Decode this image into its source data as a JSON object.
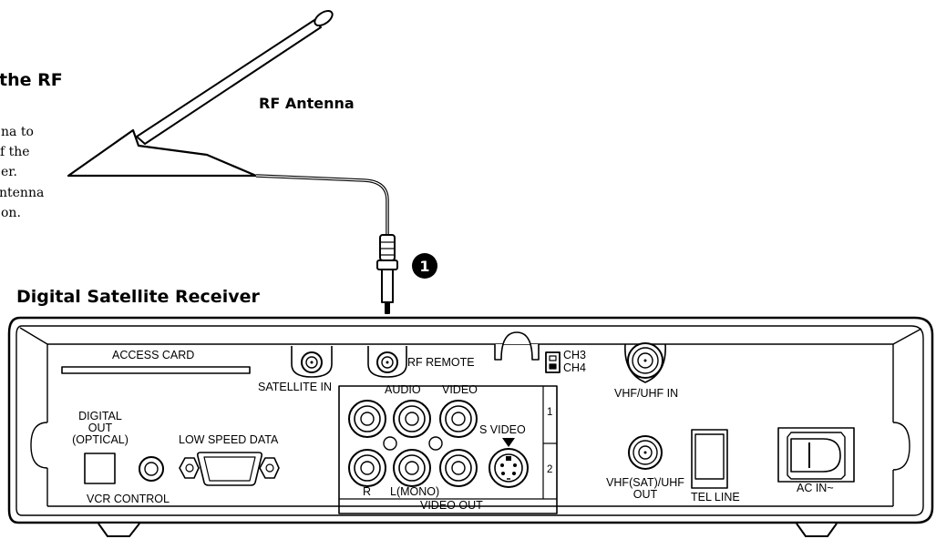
{
  "instructions": {
    "heading_fragment": "the RF",
    "lines": [
      "na to",
      "f the",
      "er.",
      "ntenna",
      "on."
    ]
  },
  "callout": {
    "step_number": "1"
  },
  "antenna": {
    "label": "RF Antenna"
  },
  "receiver": {
    "title": "Digital Satellite Receiver",
    "labels": {
      "access_card": "ACCESS CARD",
      "satellite_in": "SATELLITE IN",
      "rf_remote": "RF REMOTE",
      "ch3": "CH3",
      "ch4": "CH4",
      "vhf_uhf_in": "VHF/UHF IN",
      "audio": "AUDIO",
      "video": "VIDEO",
      "s_video": "S VIDEO",
      "row_1": "1",
      "row_2": "2",
      "audio_r": "R",
      "audio_l_mono": "L(MONO)",
      "video_out": "VIDEO OUT",
      "digital_out_line1": "DIGITAL",
      "digital_out_line2": "OUT",
      "digital_out_line3": "(OPTICAL)",
      "low_speed_data": "LOW SPEED DATA",
      "vcr_control": "VCR CONTROL",
      "vhf_sat_uhf_out_line1": "VHF(SAT)/UHF",
      "vhf_sat_uhf_out_line2": "OUT",
      "tel_line": "TEL LINE",
      "ac_in": "AC IN~"
    }
  }
}
